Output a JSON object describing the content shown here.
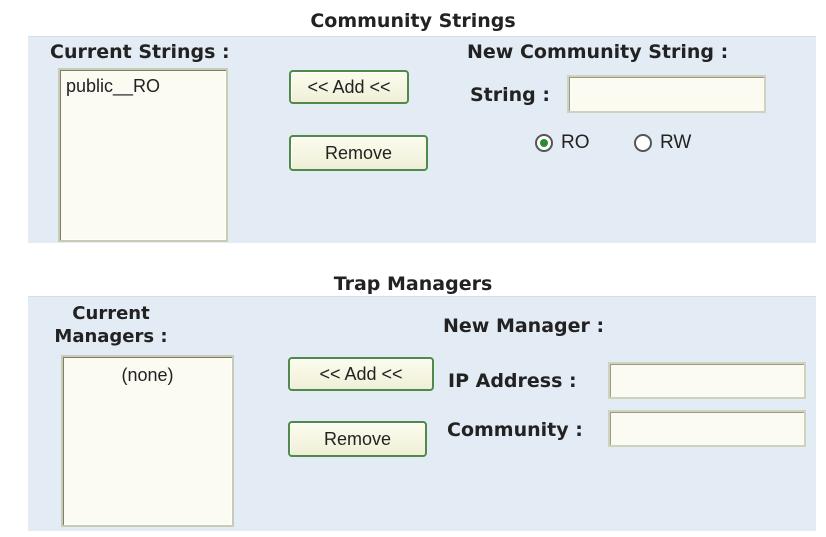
{
  "community": {
    "title": "Community Strings",
    "current_label": "Current Strings :",
    "current_items": [
      "public__RO"
    ],
    "new_label": "New Community String :",
    "string_label": "String :",
    "string_value": "",
    "add_label": "<< Add <<",
    "remove_label": "Remove",
    "radio_ro_label": "RO",
    "radio_rw_label": "RW",
    "selected_access": "RO"
  },
  "traps": {
    "title": "Trap Managers",
    "current_label_line1": "Current",
    "current_label_line2": "Managers :",
    "current_items": [
      "(none)"
    ],
    "new_label": "New Manager :",
    "ip_label": "IP Address :",
    "ip_value": "",
    "community_label": "Community :",
    "community_value": "",
    "add_label": "<< Add <<",
    "remove_label": "Remove"
  }
}
